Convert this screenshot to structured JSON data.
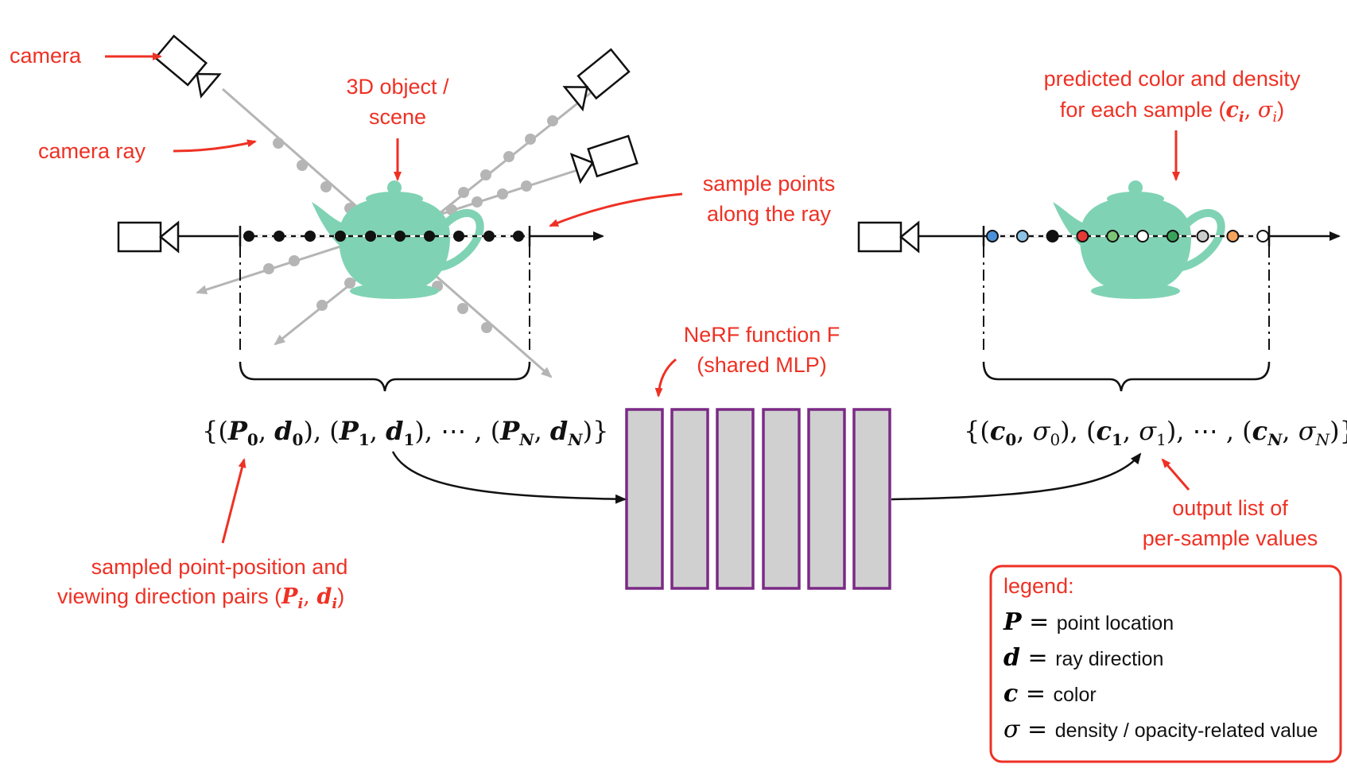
{
  "colors": {
    "annotation": "#ee3124",
    "teapot": "#7fd3b4",
    "mlp_border": "#7b2a86",
    "mlp_fill": "#d0d0d0",
    "ray_gray": "#b5b5b5"
  },
  "labels": {
    "camera": "camera",
    "camera_ray": "camera ray",
    "object_line1": "3D object /",
    "object_line2": "scene",
    "sample_points_line1": "sample points",
    "sample_points_line2": "along the ray",
    "predicted_line1": "predicted color and density",
    "predicted_line2_prefix": "for each sample (",
    "predicted_line2_suffix": ")",
    "nerf_line1": "NeRF function F",
    "nerf_line2": "(shared MLP)",
    "sampled_line1": "sampled point-position and",
    "sampled_line2_prefix": "viewing direction pairs (",
    "sampled_line2_suffix": ")",
    "output_line1": "output list of",
    "output_line2": "per-sample values"
  },
  "math": {
    "P": "P",
    "d": "d",
    "c": "c",
    "sigma": "σ",
    "sub_i": "i",
    "sub_0": "0",
    "sub_1": "1",
    "sub_N": "N",
    "open_set": "{(",
    "close_set": ")}",
    "comma": ", ",
    "sep": "), (",
    "ellipsis": "), ⋯ , ("
  },
  "legend": {
    "title": "legend:",
    "eq": " = ",
    "items": [
      {
        "symbol": "P",
        "desc": "point location"
      },
      {
        "symbol": "d",
        "desc": "ray direction"
      },
      {
        "symbol": "c",
        "desc": "color"
      },
      {
        "symbol": "σ",
        "desc": "density / opacity-related value"
      }
    ]
  },
  "sample_colors_output": [
    "#4a90d9",
    "#8ec3e6",
    "#111111",
    "#e53935",
    "#7cc576",
    "#ffffff",
    "#3aa35b",
    "#cccccc",
    "#f5a45d",
    "#ffffff"
  ]
}
